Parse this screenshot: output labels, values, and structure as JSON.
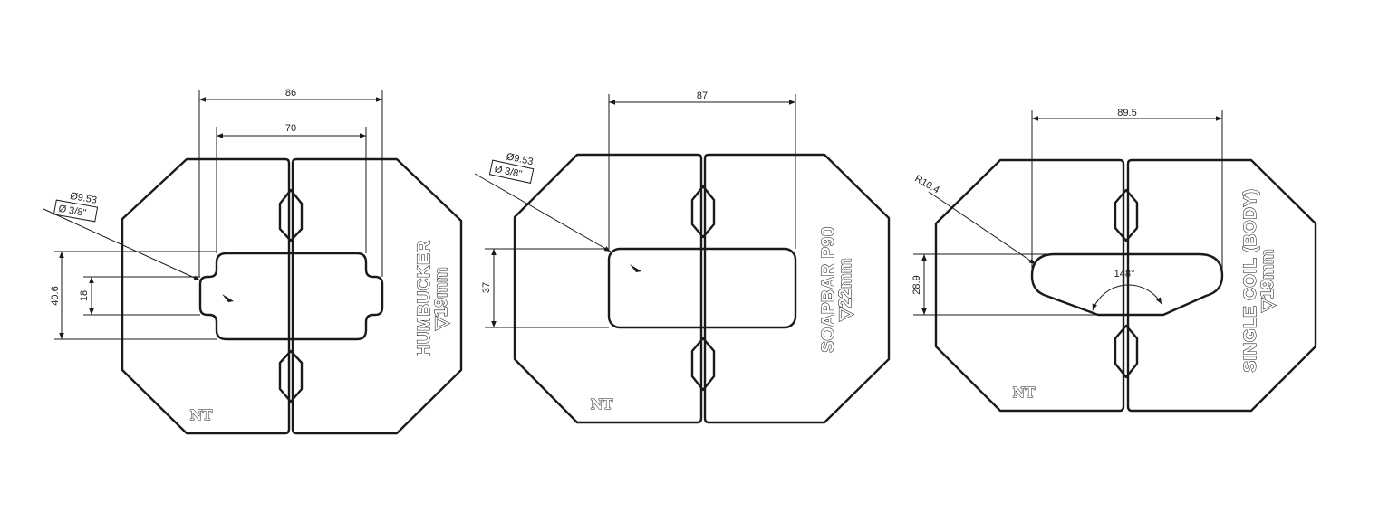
{
  "templates": [
    {
      "name": "humbucker",
      "title": "HUMBUCKER",
      "depth": "▽19mm",
      "logo": "NT",
      "dims": {
        "outer_width": "86",
        "inner_width": "70",
        "hole_dia": "Ø9.53",
        "hole_dia_imperial": "Ø 3/8\"",
        "height": "40.6",
        "tab_height": "18"
      }
    },
    {
      "name": "soapbar-p90",
      "title": "SOAPBAR P90",
      "depth": "▽22mm",
      "logo": "NT",
      "dims": {
        "width": "87",
        "hole_dia": "Ø9.53",
        "hole_dia_imperial": "Ø 3/8\"",
        "height": "37"
      }
    },
    {
      "name": "single-coil-body",
      "title": "SINGLE COIL (BODY)",
      "depth": "▽19mm",
      "logo": "NT",
      "dims": {
        "width": "89.5",
        "radius": "R10.4",
        "height": "28.9",
        "angle": "148°"
      }
    }
  ]
}
